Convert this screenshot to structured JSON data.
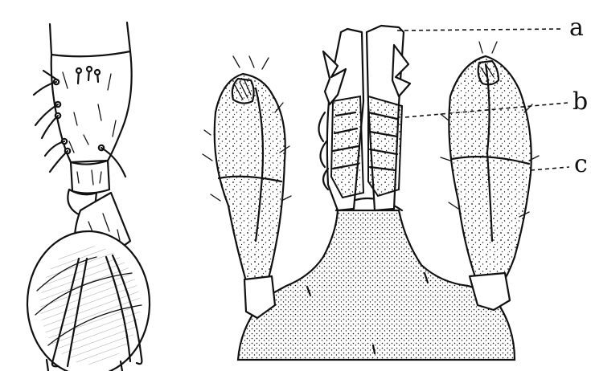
{
  "figure": {
    "labels": [
      {
        "id": "a",
        "text": "a"
      },
      {
        "id": "b",
        "text": "b"
      },
      {
        "id": "c",
        "text": "c"
      }
    ],
    "ink_color": "#111111",
    "background_color": "#ffffff"
  }
}
